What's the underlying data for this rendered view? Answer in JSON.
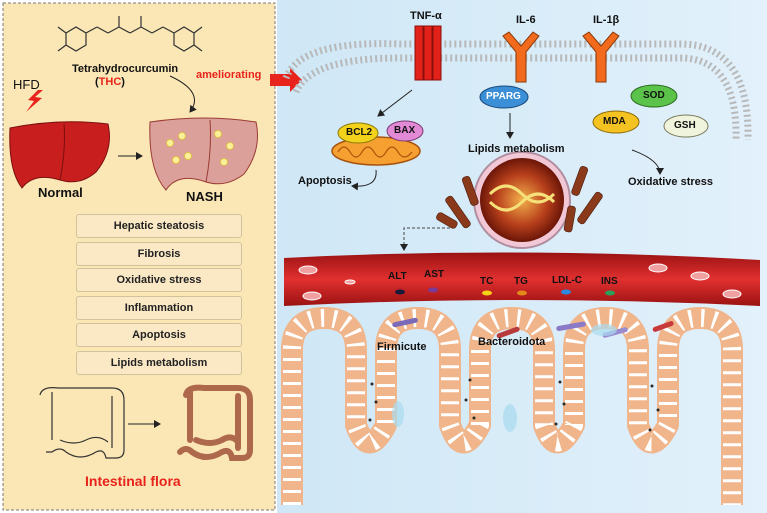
{
  "left_panel": {
    "compound_name": "Tetrahydrocurcumin",
    "compound_abbr_open": "(",
    "compound_abbr": "THC",
    "compound_abbr_close": ")",
    "hfd_label": "HFD",
    "normal_label": "Normal",
    "nash_label": "NASH",
    "ameliorating_label": "ameliorating",
    "effects": [
      "Hepatic steatosis",
      "Fibrosis",
      "Oxidative stress",
      "Inflammation",
      "Apoptosis",
      "Lipids metabolism"
    ],
    "intestinal_label": "Intestinal flora"
  },
  "cell": {
    "receptors": [
      "TNF-α",
      "IL-6",
      "IL-1β"
    ],
    "bcl2": "BCL2",
    "bax": "BAX",
    "apoptosis": "Apoptosis",
    "pparg": "PPARG",
    "lipids": "Lipids metabolism",
    "sod": "SOD",
    "mda": "MDA",
    "gsh": "GSH",
    "oxidative": "Oxidative stress"
  },
  "blood_markers": [
    "ALT",
    "AST",
    "TC",
    "TG",
    "LDL-C",
    "INS"
  ],
  "gut": {
    "firmicute": "Firmicute",
    "bacteroidota": "Bacteroidota"
  },
  "colors": {
    "left_bg": "#fbe7b5",
    "right_bg": "#d6ecf8",
    "accent_red": "#e8231b",
    "liver": "#c81e1e",
    "nash_liver": "#dca09a",
    "bcl2": "#f2d21a",
    "bax": "#e28ad6",
    "pparg": "#3a8fd6",
    "sod": "#5cc34a",
    "mda": "#f4c221",
    "gsh": "#f0f4dc"
  }
}
